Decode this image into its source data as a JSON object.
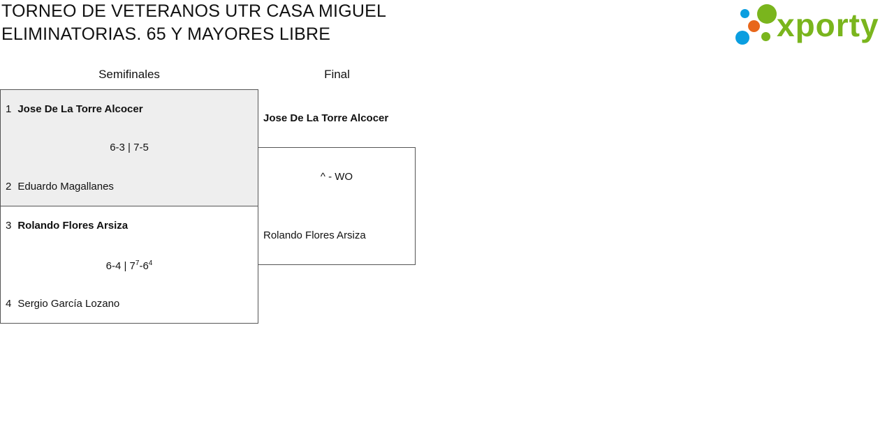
{
  "header": {
    "title_line1": "TORNEO DE VETERANOS UTR CASA MIGUEL",
    "title_line2": "ELIMINATORIAS. 65 Y MAYORES LIBRE"
  },
  "logo": {
    "text": "xporty",
    "colors": {
      "green": "#7ab51d",
      "blue": "#0a9ee0",
      "orange": "#e8671b"
    }
  },
  "rounds": {
    "semifinals_label": "Semifinales",
    "final_label": "Final"
  },
  "semifinals": [
    {
      "p1_seed": "1",
      "p1_name": "Jose De La Torre Alcocer",
      "score": "6-3 | 7-5",
      "p2_seed": "2",
      "p2_name": "Eduardo Magallanes",
      "highlight_bg": "#eeeeee"
    },
    {
      "p1_seed": "3",
      "p1_name": "Rolando Flores Arsiza",
      "score_set1": "6-4",
      "score_sep": " | ",
      "score_set2_a": "7",
      "score_set2_a_tb": "7",
      "score_set2_dash": "-",
      "score_set2_b": "6",
      "score_set2_b_tb": "4",
      "p2_seed": "4",
      "p2_name": "Sergio García Lozano"
    }
  ],
  "final": {
    "p1_name": "Jose De La Torre Alcocer",
    "score": "^ - WO",
    "p2_name": "Rolando Flores Arsiza"
  }
}
